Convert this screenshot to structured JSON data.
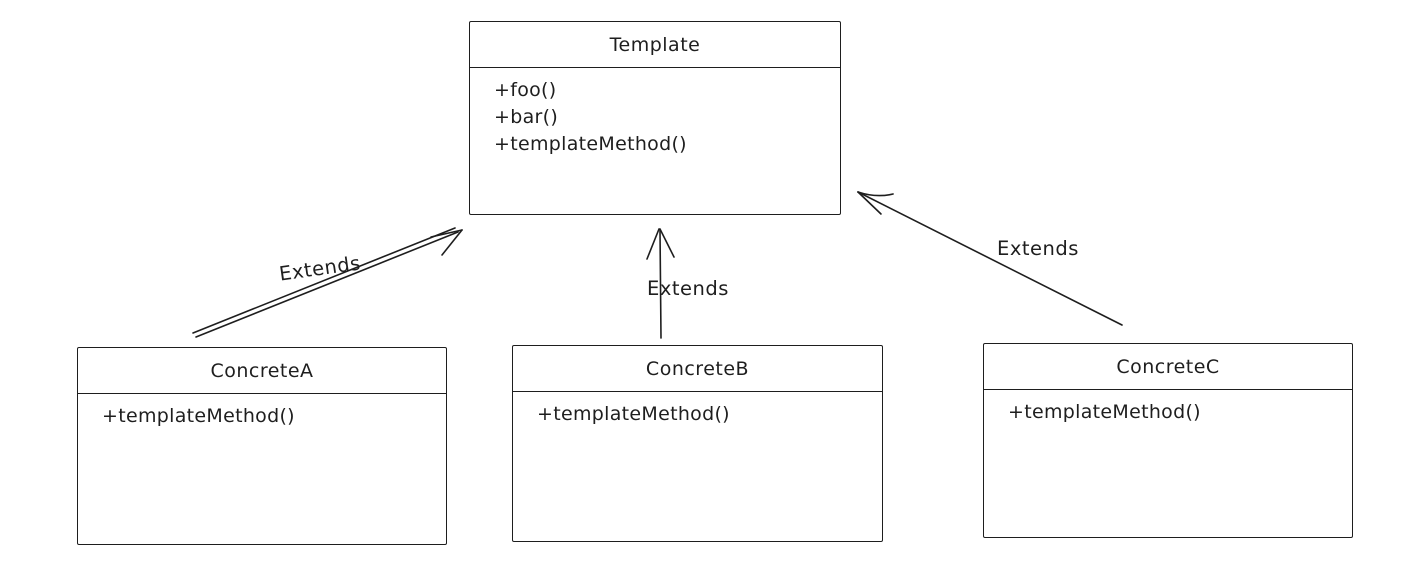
{
  "diagram": {
    "colors": {
      "stroke": "#1e1e1e",
      "background": "#ffffff"
    },
    "classes": [
      {
        "name": "Template",
        "methods": [
          "+foo()",
          "+bar()",
          "+templateMethod()"
        ]
      },
      {
        "name": "ConcreteA",
        "methods": [
          "+templateMethod()"
        ]
      },
      {
        "name": "ConcreteB",
        "methods": [
          "+templateMethod()"
        ]
      },
      {
        "name": "ConcreteC",
        "methods": [
          "+templateMethod()"
        ]
      }
    ],
    "relations": [
      {
        "from": "ConcreteA",
        "to": "Template",
        "label": "Extends"
      },
      {
        "from": "ConcreteB",
        "to": "Template",
        "label": "Extends"
      },
      {
        "from": "ConcreteC",
        "to": "Template",
        "label": "Extends"
      }
    ]
  }
}
